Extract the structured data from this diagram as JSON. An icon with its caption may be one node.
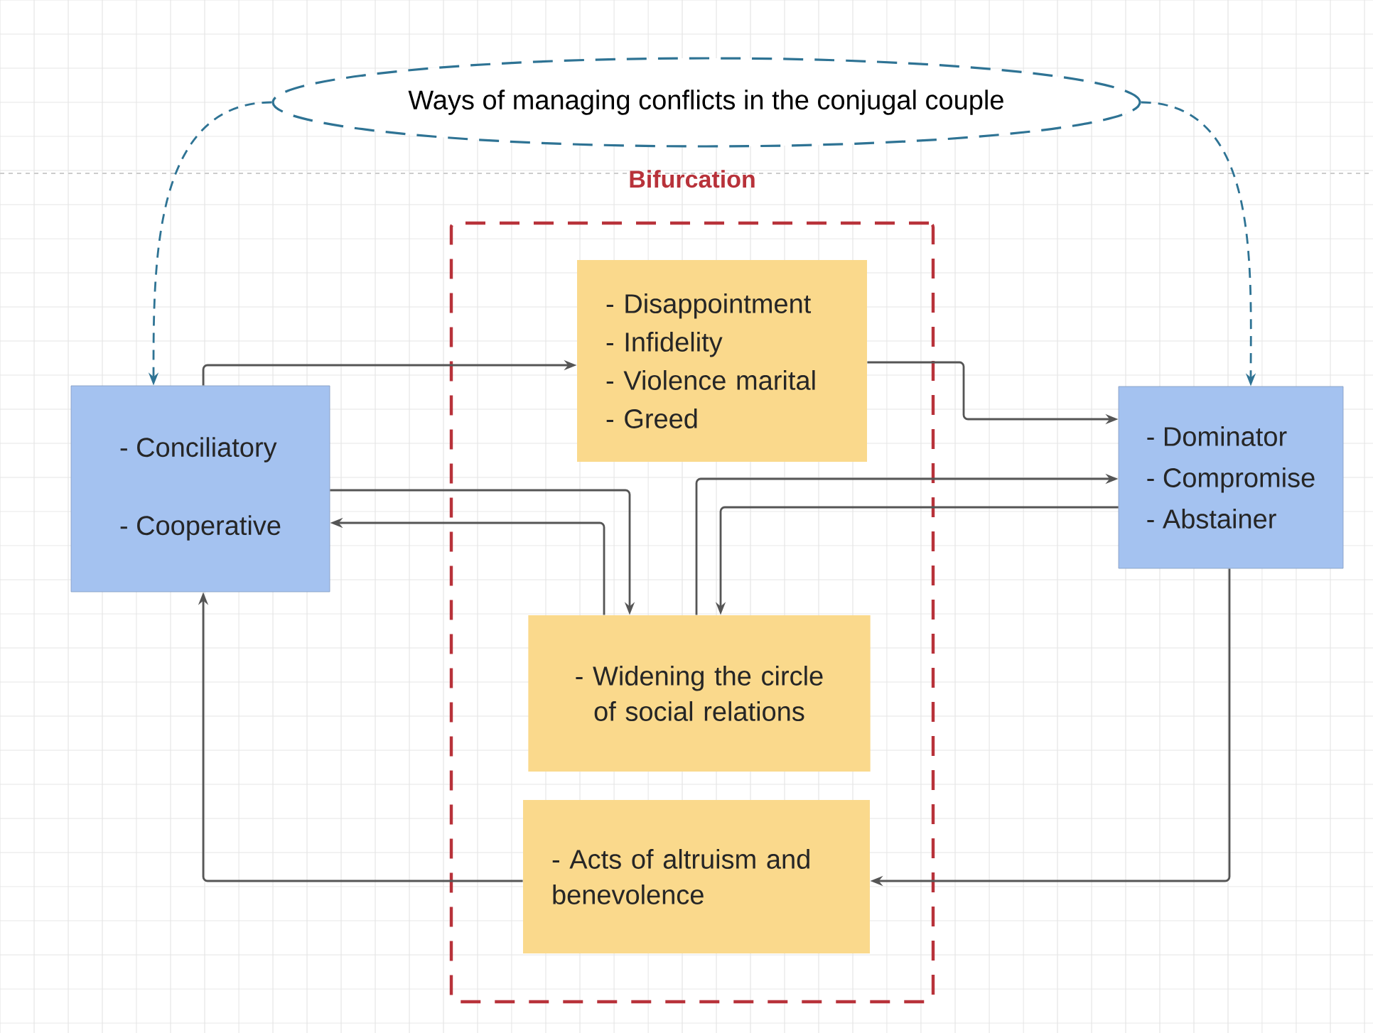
{
  "diagram": {
    "nodes": [
      {
        "text": [
          "Ways of managing conflicts in the conjugal couple"
        ]
      },
      {
        "text": [
          "Bifurcation"
        ]
      },
      {
        "text": [
          "- Disappointment",
          "- Infidelity",
          "- Violence marital",
          "- Greed"
        ],
        "in": 1
      },
      {
        "text": [
          "- Conciliatory",
          "- Cooperative"
        ]
      },
      {
        "text": [
          "- Dominator",
          "- Compromise",
          "- Abstainer"
        ]
      },
      {
        "text": [
          "- Widening the circle of social relations"
        ],
        "in": 1
      },
      {
        "text": [
          "- Acts of altruism and benevolence"
        ],
        "in": 1
      }
    ],
    "edges": [
      {
        "from": 0,
        "to": 3,
        "arrow": "to",
        "style": "dashed",
        "color": "#2e7394"
      },
      {
        "from": 0,
        "to": 4,
        "arrow": "to",
        "style": "dashed",
        "color": "#2e7394"
      },
      {
        "from": 3,
        "to": 2,
        "arrow": "to"
      },
      {
        "from": 2,
        "to": 4,
        "arrow": "to"
      },
      {
        "from": 3,
        "to": 5,
        "arrow": "to"
      },
      {
        "from": 5,
        "to": 3,
        "arrow": "to"
      },
      {
        "from": 5,
        "to": 4,
        "arrow": "to"
      },
      {
        "from": 4,
        "to": 5,
        "arrow": "to"
      },
      {
        "from": 4,
        "to": 6,
        "arrow": "to"
      },
      {
        "from": 6,
        "to": 3,
        "arrow": "to"
      }
    ]
  }
}
